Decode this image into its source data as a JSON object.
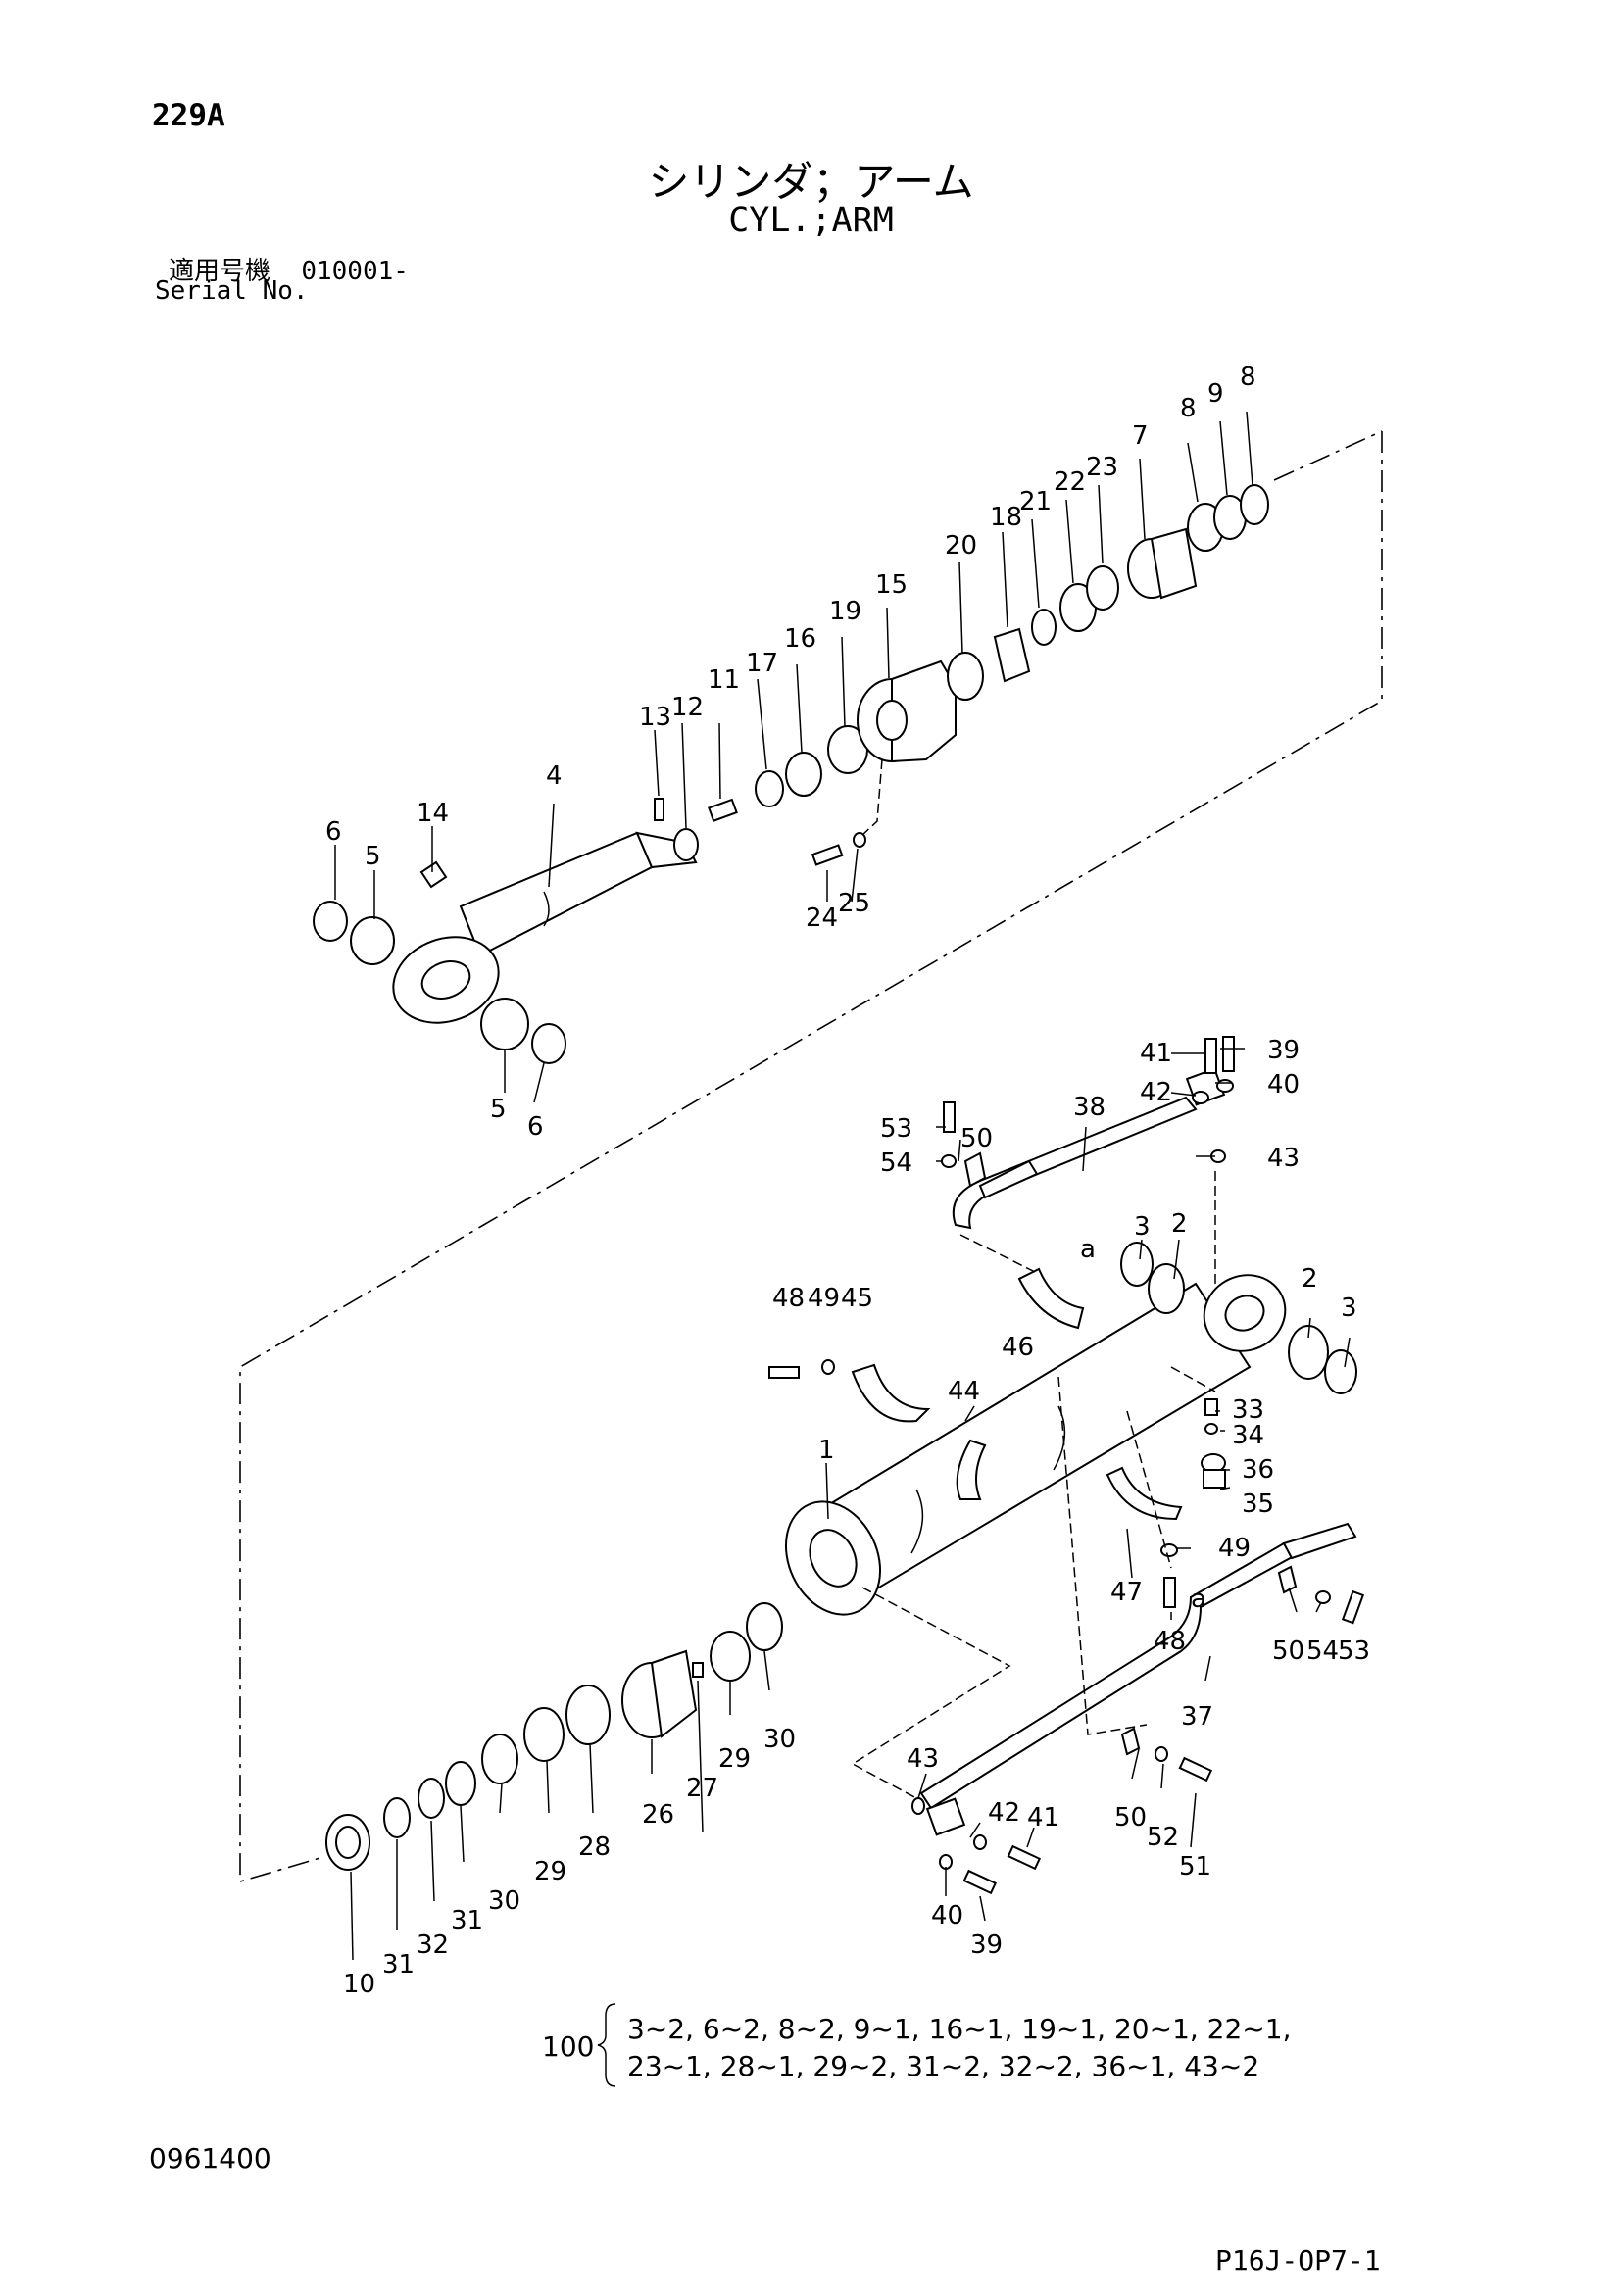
{
  "header": {
    "page_code": "229A",
    "title_jp": "シリンダ；アーム",
    "title_en": "CYL.;ARM",
    "serial_label_jp": "適用号機",
    "serial_value": "010001-",
    "serial_label_en": "Serial No."
  },
  "callouts": {
    "rod_group": [
      "6",
      "5",
      "14",
      "4",
      "13",
      "12",
      "11",
      "17",
      "16",
      "19",
      "15",
      "24",
      "25",
      "20",
      "18",
      "21",
      "22",
      "23",
      "7",
      "8",
      "9",
      "8",
      "5",
      "6"
    ],
    "tube_group": [
      "41",
      "39",
      "42",
      "40",
      "53",
      "50",
      "38",
      "54",
      "43",
      "3",
      "2",
      "48",
      "49",
      "45",
      "46",
      "a",
      "2",
      "3",
      "44",
      "33",
      "34",
      "36",
      "35",
      "1",
      "47",
      "49",
      "48",
      "a",
      "50",
      "54",
      "53",
      "37",
      "30",
      "29",
      "27",
      "26",
      "28",
      "29",
      "30",
      "31",
      "32",
      "31",
      "10",
      "43",
      "42",
      "41",
      "50",
      "52",
      "51",
      "40",
      "39"
    ]
  },
  "kit": {
    "number": "100",
    "line1": "3~2, 6~2, 8~2, 9~1, 16~1, 19~1, 20~1, 22~1,",
    "line2": "23~1, 28~1, 29~2, 31~2, 32~2, 36~1, 43~2"
  },
  "footer": {
    "doc_code": "0961400",
    "sheet_code": "P16J-OP7-1"
  }
}
